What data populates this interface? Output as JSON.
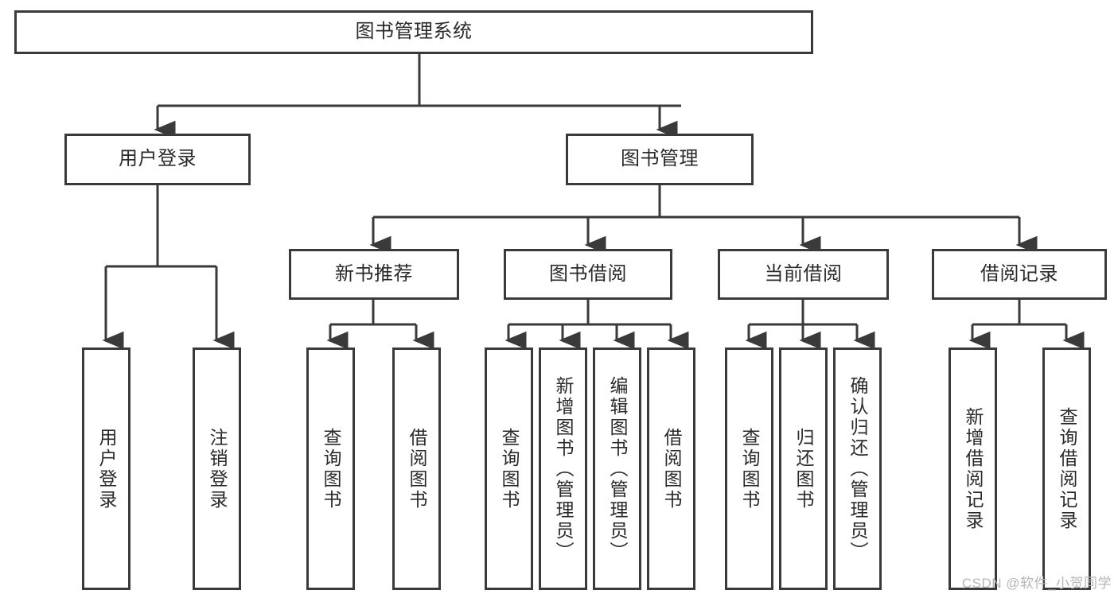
{
  "diagram": {
    "type": "tree-hierarchy",
    "title": "图书管理系统",
    "watermark": "CSDN @软件_小贺同学",
    "colors": {
      "box_border": "#3a3a3a",
      "box_fill": "#ffffff",
      "edge": "#3a3a3a",
      "text": "#2a2a2a",
      "watermark": "#b6b6b6"
    },
    "nodes": {
      "root": {
        "label": "图书管理系统",
        "level": 1
      },
      "user_login": {
        "label": "用户登录",
        "level": 2
      },
      "book_manage": {
        "label": "图书管理",
        "level": 2
      },
      "new_book_rec": {
        "label": "新书推荐",
        "level": 3
      },
      "book_borrow": {
        "label": "图书借阅",
        "level": 3
      },
      "current_borrow": {
        "label": "当前借阅",
        "level": 3
      },
      "borrow_record": {
        "label": "借阅记录",
        "level": 3
      },
      "leaf_user_login": {
        "label": "用户登录",
        "level": 3
      },
      "leaf_user_logout": {
        "label": "注销登录",
        "level": 3
      },
      "leaf_query_book_1": {
        "label": "查询图书",
        "level": 4
      },
      "leaf_borrow_book_1": {
        "label": "借阅图书",
        "level": 4
      },
      "leaf_query_book_2": {
        "label": "查询图书",
        "level": 4
      },
      "leaf_add_book": {
        "label": "新增图书（管理员）",
        "level": 4
      },
      "leaf_edit_book": {
        "label": "编辑图书（管理员）",
        "level": 4
      },
      "leaf_borrow_book_2": {
        "label": "借阅图书",
        "level": 4
      },
      "leaf_query_book_3": {
        "label": "查询图书",
        "level": 4
      },
      "leaf_return_book": {
        "label": "归还图书",
        "level": 4
      },
      "leaf_confirm_return": {
        "label": "确认归还（管理员）",
        "level": 4
      },
      "leaf_add_record": {
        "label": "新增借阅记录",
        "level": 4
      },
      "leaf_query_record": {
        "label": "查询借阅记录",
        "level": 4
      }
    },
    "edges": [
      {
        "from": "root",
        "to": "user_login"
      },
      {
        "from": "root",
        "to": "book_manage"
      },
      {
        "from": "user_login",
        "to": "leaf_user_login"
      },
      {
        "from": "user_login",
        "to": "leaf_user_logout"
      },
      {
        "from": "book_manage",
        "to": "new_book_rec"
      },
      {
        "from": "book_manage",
        "to": "book_borrow"
      },
      {
        "from": "book_manage",
        "to": "current_borrow"
      },
      {
        "from": "book_manage",
        "to": "borrow_record"
      },
      {
        "from": "new_book_rec",
        "to": "leaf_query_book_1"
      },
      {
        "from": "new_book_rec",
        "to": "leaf_borrow_book_1"
      },
      {
        "from": "book_borrow",
        "to": "leaf_query_book_2"
      },
      {
        "from": "book_borrow",
        "to": "leaf_add_book"
      },
      {
        "from": "book_borrow",
        "to": "leaf_edit_book"
      },
      {
        "from": "book_borrow",
        "to": "leaf_borrow_book_2"
      },
      {
        "from": "current_borrow",
        "to": "leaf_query_book_3"
      },
      {
        "from": "current_borrow",
        "to": "leaf_return_book"
      },
      {
        "from": "current_borrow",
        "to": "leaf_confirm_return"
      },
      {
        "from": "borrow_record",
        "to": "leaf_add_record"
      },
      {
        "from": "borrow_record",
        "to": "leaf_query_record"
      }
    ]
  }
}
